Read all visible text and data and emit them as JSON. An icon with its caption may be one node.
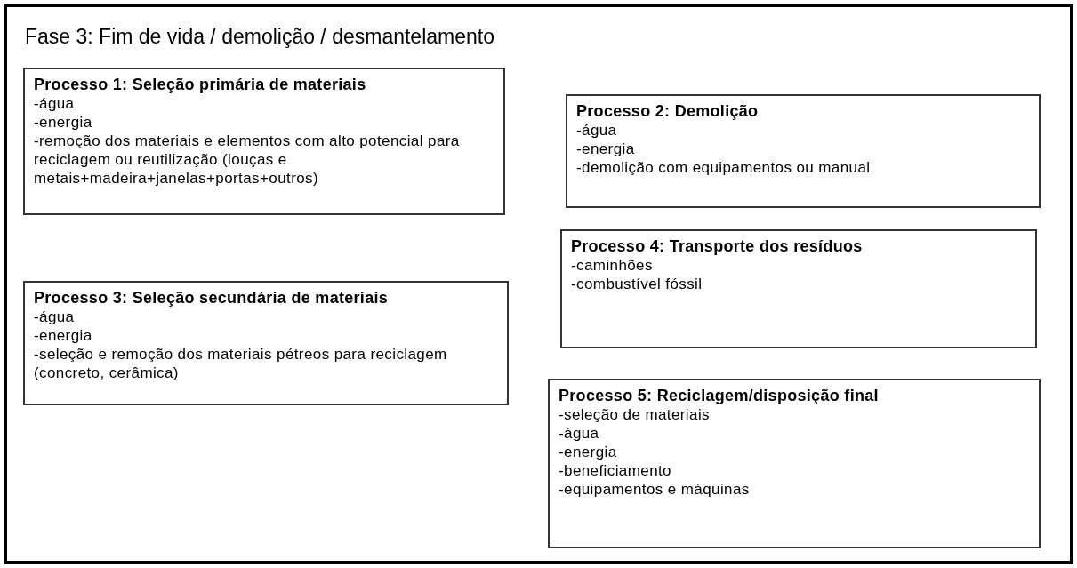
{
  "diagram": {
    "nodes": [
      {
        "text": [
          "Fase 3: Fim de vida / demolição / desmantelamento"
        ]
      },
      {
        "text": [
          "Processo 1: Seleção primária de materiais",
          "-água",
          "-energia",
          "-remoção dos materiais e elementos com alto potencial para reciclagem ou reutilização (louças e metais+madeira+janelas+portas+outros)"
        ],
        "in": 0
      },
      {
        "text": [
          "Processo 2: Demolição",
          "-água",
          "-energia",
          "-demolição com equipamentos ou manual"
        ],
        "in": 0
      },
      {
        "text": [
          "Processo 3: Seleção secundária de materiais",
          "-água",
          "-energia",
          "-seleção e remoção dos materiais pétreos para reciclagem (concreto, cerâmica)"
        ],
        "in": 0
      },
      {
        "text": [
          "Processo 4: Transporte dos resíduos",
          "-caminhões",
          "-combustível fóssil"
        ],
        "in": 0
      },
      {
        "text": [
          "Processo 5: Reciclagem/disposição final",
          "-seleção de materiais",
          "-água",
          "-energia",
          "-beneficiamento",
          "-equipamentos e máquinas"
        ],
        "in": 0
      }
    ],
    "edges": []
  }
}
